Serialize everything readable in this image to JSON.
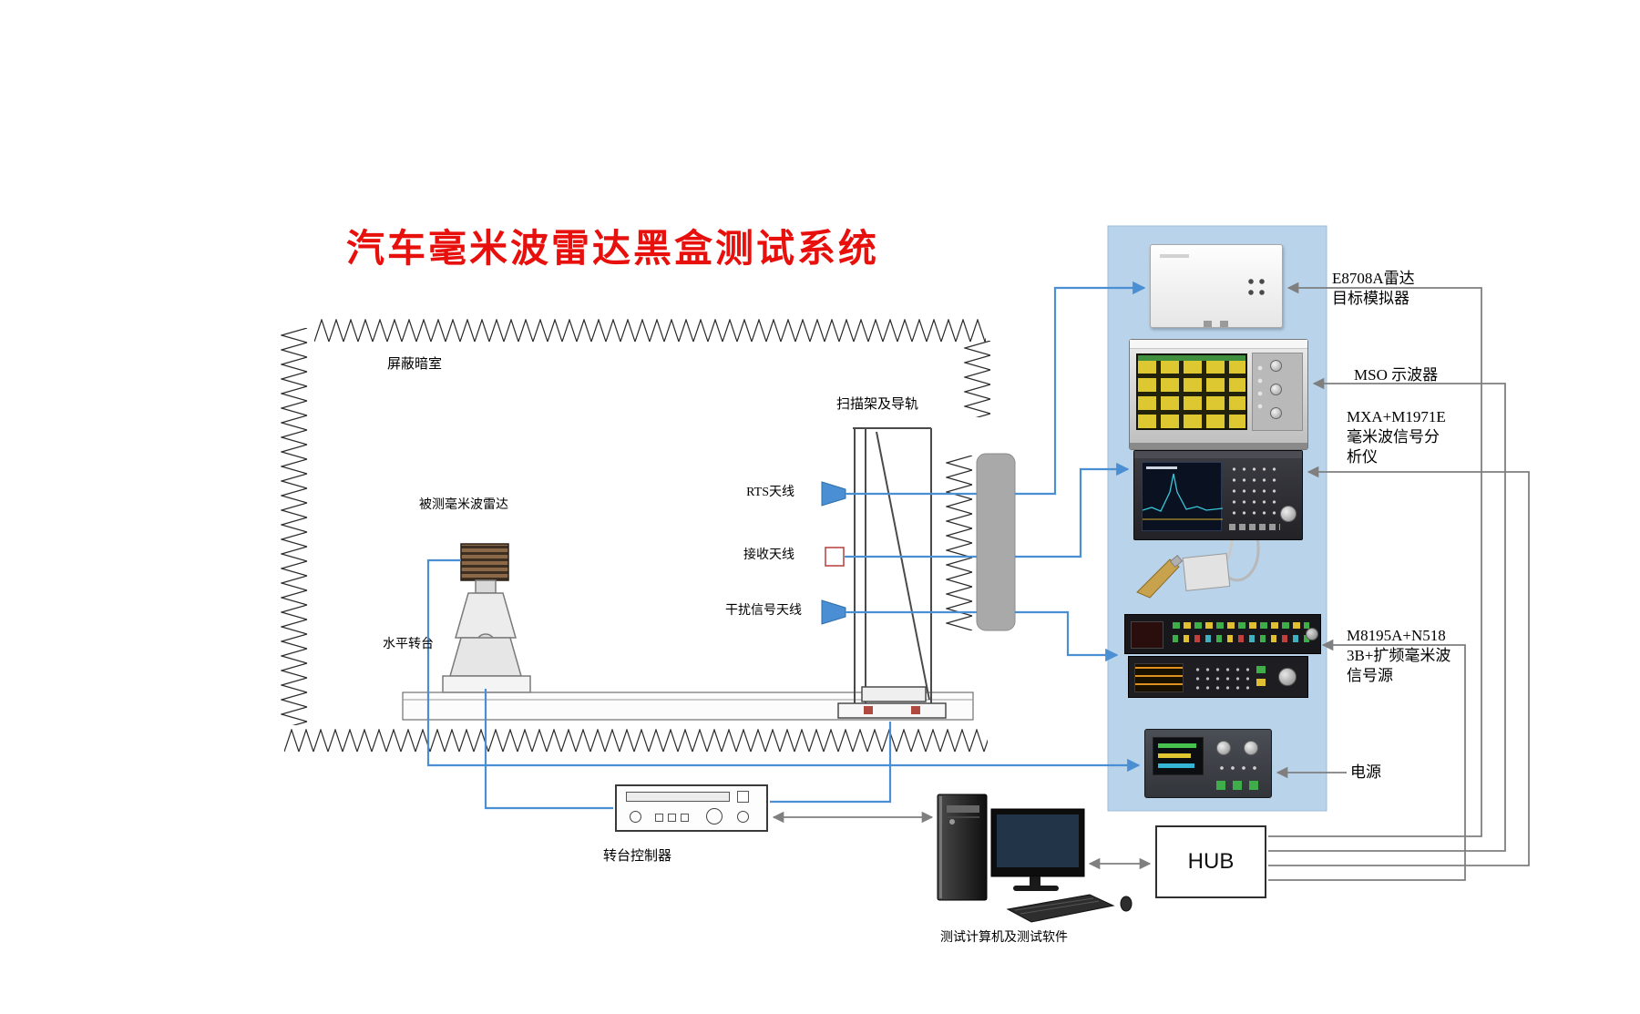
{
  "title": "汽车毫米波雷达黑盒测试系统",
  "colors": {
    "title_red": "#e8100c",
    "wire_blue": "#4a8fd3",
    "wire_gray": "#7f7f7f",
    "rack_panel_blue": "#b9d3ea"
  },
  "chamber": {
    "label": "屏蔽暗室",
    "scanner_label": "扫描架及导轨",
    "radar_label": "被测毫米波雷达",
    "turntable_label": "水平转台",
    "antennas": [
      {
        "label": "RTS天线"
      },
      {
        "label": "接收天线"
      },
      {
        "label": "干扰信号天线"
      }
    ]
  },
  "instruments": {
    "target_simulator": {
      "label_lines": [
        "E8708A雷达",
        "目标模拟器"
      ]
    },
    "oscilloscope": {
      "label": "MSO 示波器"
    },
    "signal_analyzer": {
      "label_lines": [
        "MXA+M1971E",
        "毫米波信号分",
        "析仪"
      ]
    },
    "signal_source": {
      "label_lines": [
        "M8195A+N518",
        "3B+扩频毫米波",
        "信号源"
      ]
    },
    "power_supply": {
      "label": "电源"
    }
  },
  "control": {
    "turntable_controller_label": "转台控制器",
    "computer_label": "测试计算机及测试软件",
    "hub_label": "HUB"
  }
}
